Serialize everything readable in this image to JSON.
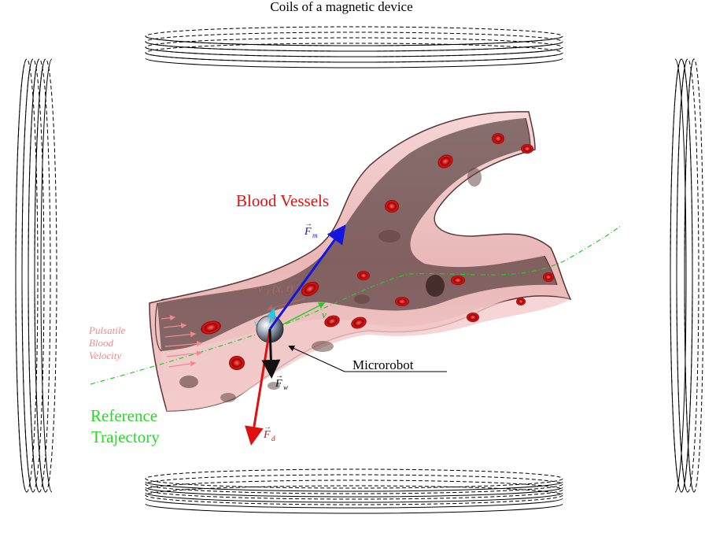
{
  "title": "Coils of a magnetic device",
  "labels": {
    "blood_vessels": "Blood Vessels",
    "microrobot": "Microrobot",
    "reference_trajectory_line1": "Reference",
    "reference_trajectory_line2": "Trajectory",
    "pulsatile_line1": "Pulsatile",
    "pulsatile_line2": "Blood",
    "pulsatile_line3": "Velocity",
    "force_magnetic": "F",
    "force_magnetic_sub": "m",
    "force_weight": "F",
    "force_weight_sub": "w",
    "force_drag": "F",
    "force_drag_sub": "d",
    "fluid_velocity": "−v",
    "fluid_velocity_sub": "f",
    "fluid_velocity_args": "(x, t)",
    "robot_velocity": "v",
    "robot_velocity_small": "v"
  },
  "colors": {
    "blood_vessels_text": "#e01010",
    "reference_text": "#22dd22",
    "pulsatile_text": "#f08a8a",
    "magnetic_force": "#1515e0",
    "drag_force": "#e01010",
    "weight_force": "#111111",
    "trajectory": "#22cc22",
    "vessel_wall": "#f2c9c9",
    "vessel_inner": "#3a2424",
    "red_cell": "#cc0a0a"
  }
}
